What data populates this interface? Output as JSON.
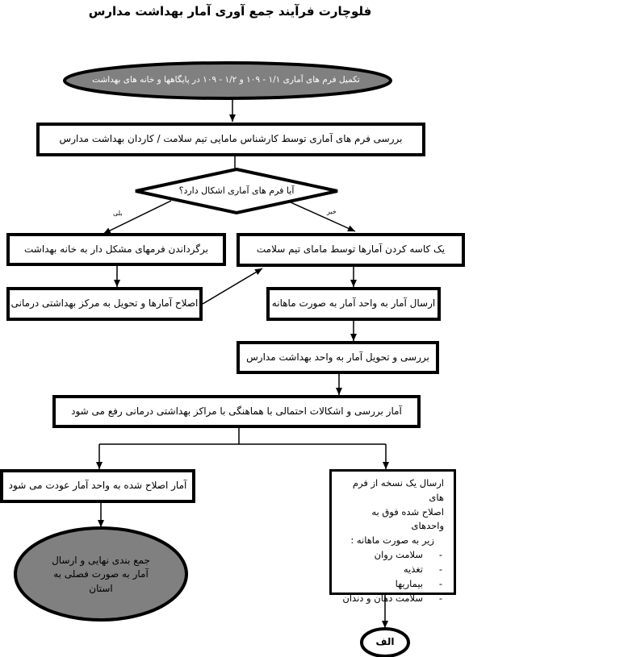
{
  "title": "فلوچارت فرآیند جمع آوری آمار بهداشت مدارس",
  "nodes": {
    "start": "تکمیل فرم های آماری ۱/۱ - ۱۰۹ و ۱/۲ - ۱۰۹ در پایگاهها و خانه های بهداشت",
    "review": "بررسی فرم های آماری توسط کارشناس مامایی تیم سلامت / کاردان بهداشت مدارس",
    "decision": "آیا فرم های آماری اشکال دارد؟",
    "yes_label": "بلی",
    "no_label": "خیر",
    "return_forms": "برگرداندن فرمهای مشکل دار به خانه بهداشت",
    "fix_forms": "اصلاح آمارها و تحویل به مرکز بهداشتی درمانی",
    "unify": "یک کاسه کردن آمارها توسط مامای تیم سلامت",
    "send_monthly": "ارسال آمار به واحد آمار به صورت ماهانه",
    "deliver_school": "بررسی و تحویل آمار به واحد بهداشت مدارس",
    "coordinate": "آمار بررسی و اشکالات احتمالی با هماهنگی با مراکز بهداشتی درمانی رفع می شود",
    "corrected": "آمار اصلاح شده به واحد آمار عودت می شود",
    "final_lines": [
      "جمع بندی نهایی و ارسال",
      "آمار به صورت فصلی به",
      "استان"
    ],
    "copy_lines": [
      "ارسال یک نسخه از فرم های",
      "اصلاح شده فوق به واحدهای",
      "زیر به صورت ماهانه :"
    ],
    "copy_items": [
      "سلامت روان",
      "تغذیه",
      "بیماریها",
      "سلامت دهان و دندان"
    ],
    "connector": "الف"
  },
  "colors": {
    "oval_fill": "#808080",
    "stroke": "#000000"
  }
}
